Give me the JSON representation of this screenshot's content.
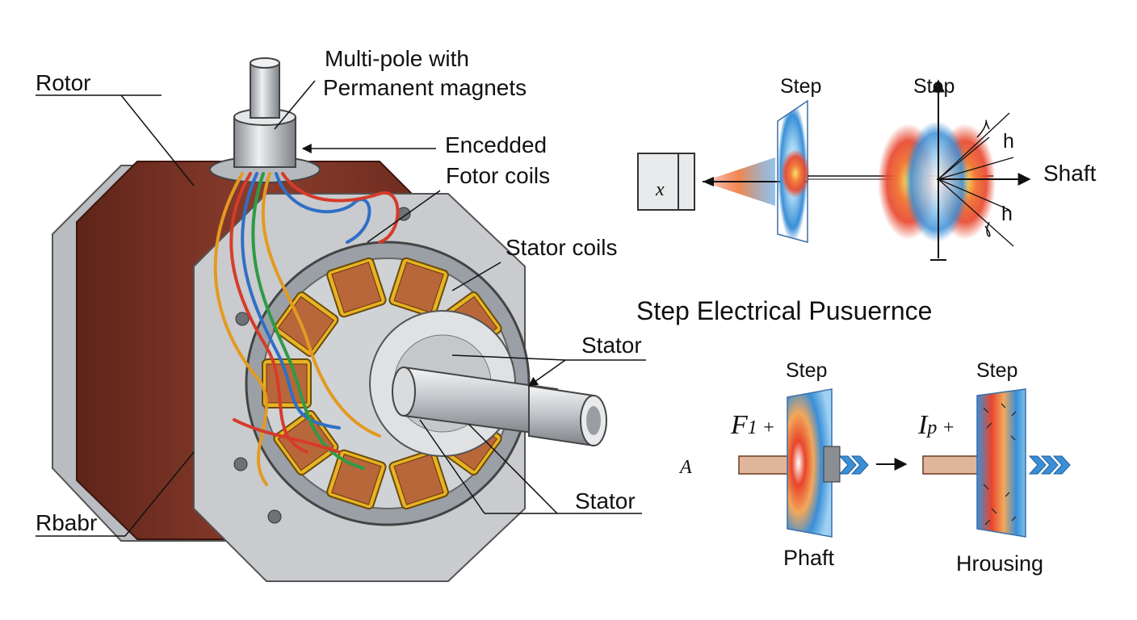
{
  "labels": {
    "rotor": "Rotor",
    "multipole_line1": "Multi-pole with",
    "multipole_line2": "Permanent magnets",
    "encedded": "Encedded",
    "fotor_coils": "Fotor coils",
    "stator_coils": "Stator coils",
    "stator_upper": "Stator",
    "stator_lower": "Stator",
    "rbabr": "Rbabr"
  },
  "top_diagram": {
    "step_left": "Step",
    "step_right": "Step",
    "shaft": "Shaft",
    "x_symbol": "x",
    "h_upper": "h",
    "h_lower": "h"
  },
  "sequence_title": "Step Electrical Pusuernce",
  "bottom_diagram": {
    "a_symbol": "A",
    "f_symbol": "F",
    "f_sub": "1 +",
    "i_symbol": "I",
    "i_sub": "p +",
    "step_left": "Step",
    "step_right": "Step",
    "phaft": "Phaft",
    "hrousing": "Hrousing"
  },
  "colors": {
    "housing_brown": "#7a3426",
    "metal_gray": "#c9cbce",
    "coil_copper": "#b8673a",
    "coil_yellow": "#e6b422",
    "field_red": "#e8452c",
    "field_blue": "#3a8fd8"
  }
}
